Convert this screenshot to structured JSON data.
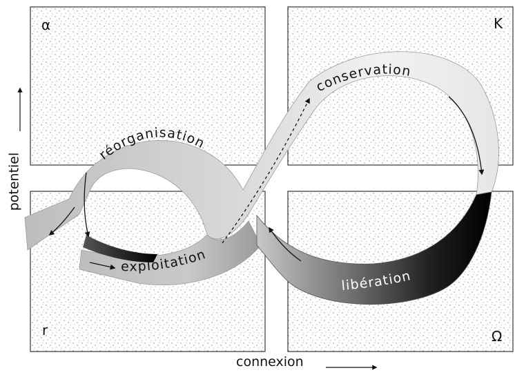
{
  "quadrants": {
    "alpha_label": "α",
    "k_label": "K",
    "r_label": "r",
    "omega_label": "Ω"
  },
  "phases": {
    "reorganisation": "réorganisation",
    "conservation": "conservation",
    "exploitation": "exploitation",
    "liberation": "libération"
  },
  "axes": {
    "x_label": "connexion",
    "y_label": "potentiel"
  },
  "colors": {
    "band_light": "#f2f2f2",
    "band_mid": "#a8a8a8",
    "band_dark": "#111111",
    "box_outline": "#333333",
    "text": "#111111"
  }
}
